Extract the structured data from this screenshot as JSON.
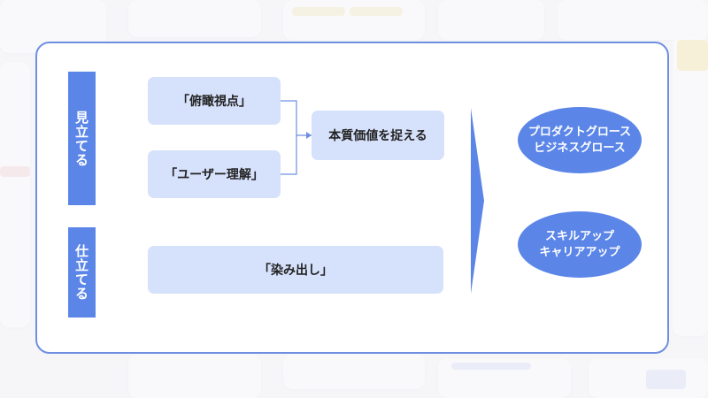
{
  "diagram": {
    "side_labels": {
      "mitateru": "見立てる",
      "shitateru": "仕立てる"
    },
    "boxes": {
      "fukan": "「俯瞰視点」",
      "user_rikai": "「ユーザー理解」",
      "honshitsu": "本質価値を捉える",
      "shimidashi": "「染み出し」"
    },
    "outcomes": {
      "product_growth": "プロダクトグロース",
      "business_growth": "ビジネスグロース",
      "skill_up": "スキルアップ",
      "career_up": "キャリアアップ"
    }
  },
  "colors": {
    "accent_blue": "#5b86e8",
    "light_blue": "#d6e1fb",
    "border_blue": "#6e8fe0"
  }
}
